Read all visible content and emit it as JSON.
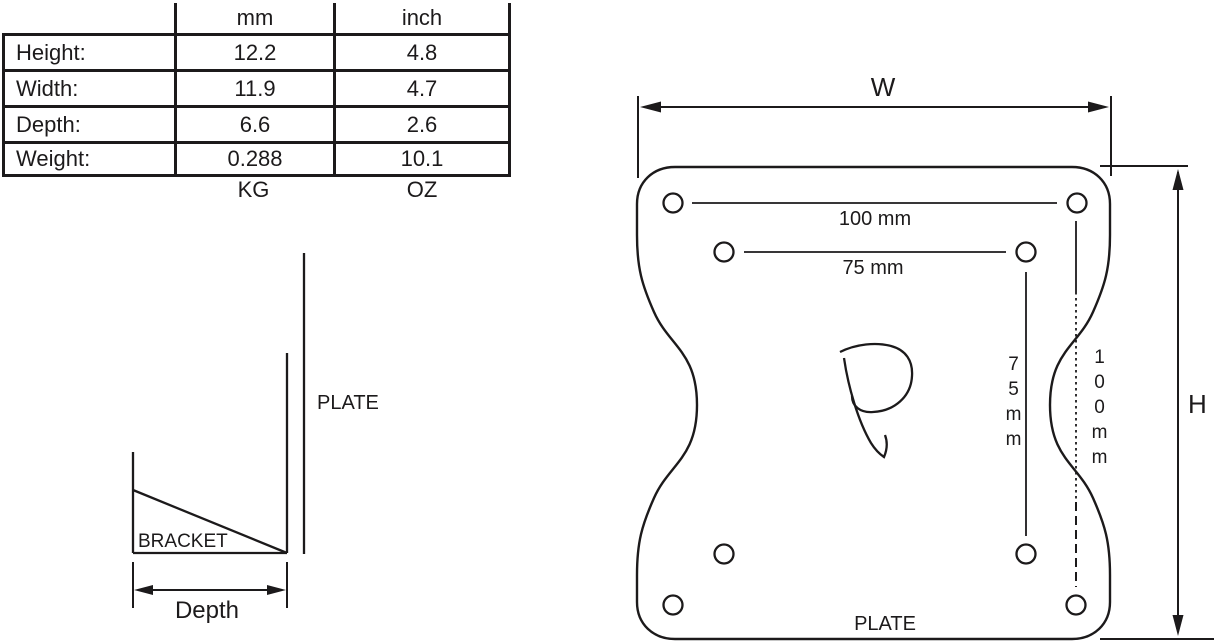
{
  "colors": {
    "ink": "#1c1a1b",
    "background": "#ffffff"
  },
  "spec_table": {
    "column_headers": [
      "mm",
      "inch"
    ],
    "rows": [
      {
        "label": "Height:",
        "mm": "12.2",
        "inch": "4.8"
      },
      {
        "label": "Width:",
        "mm": "11.9",
        "inch": "4.7"
      },
      {
        "label": "Depth:",
        "mm": "6.6",
        "inch": "2.6"
      },
      {
        "label": "Weight:",
        "mm": "0.288",
        "inch": "10.1"
      }
    ],
    "unit_footers": [
      "KG",
      "OZ"
    ]
  },
  "side_view": {
    "plate_label": "PLATE",
    "bracket_label": "BRACKET",
    "depth_label": "Depth"
  },
  "front_view": {
    "width_label": "W",
    "height_label": "H",
    "top_hole_spacing": "100 mm",
    "inner_hole_spacing": "75 mm",
    "right_inner_spacing_vertical": "75mm",
    "right_outer_spacing_vertical": "100mm",
    "plate_label": "PLATE",
    "logo_monogram": "P"
  }
}
